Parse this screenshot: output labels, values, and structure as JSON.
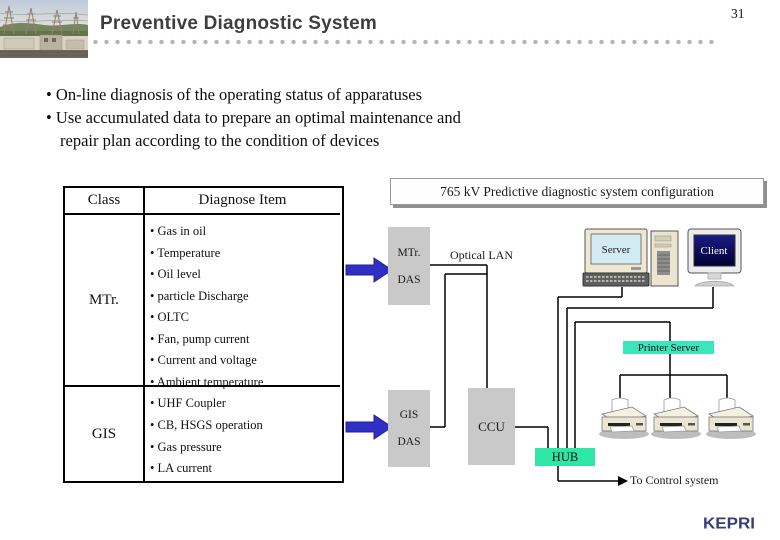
{
  "page": {
    "number": "31"
  },
  "header": {
    "title": "Preventive Diagnostic System"
  },
  "bullets": {
    "b1": "• On-line diagnosis of the operating status of apparatuses",
    "b2_line1": "• Use accumulated data to prepare an optimal maintenance and",
    "b2_line2": "repair plan according to the condition of devices"
  },
  "table": {
    "headers": {
      "class": "Class",
      "item": "Diagnose Item"
    },
    "rows": [
      {
        "class_label": "MTr.",
        "items": [
          "• Gas in oil",
          "• Temperature",
          "• Oil level",
          "• particle Discharge",
          "• OLTC",
          "• Fan, pump current",
          "• Current and voltage",
          "• Ambient temperature"
        ]
      },
      {
        "class_label": "GIS",
        "items": [
          "• UHF Coupler",
          "• CB, HSGS operation",
          "• Gas pressure",
          "• LA current"
        ]
      }
    ]
  },
  "diagram": {
    "title": "765 kV Predictive diagnostic system configuration",
    "nodes": {
      "mtr_das_line1": "MTr.",
      "mtr_das_line2": "DAS",
      "gis_das_line1": "GIS",
      "gis_das_line2": "DAS",
      "optical_lan": "Optical LAN",
      "server": "Server",
      "client": "Client",
      "printer_server": "Printer Server",
      "ccu": "CCU",
      "hub": "HUB",
      "to_control": "To Control system"
    },
    "colors": {
      "node_gray": "#c9c9c9",
      "hub_green": "#2ee6a6",
      "printer_server_green": "#3ce6bc",
      "arrow_blue": "#2f2fc4",
      "line_black": "#000000"
    }
  },
  "footer": {
    "logo": "KEPRI",
    "logo_color": "#3b3b78"
  }
}
